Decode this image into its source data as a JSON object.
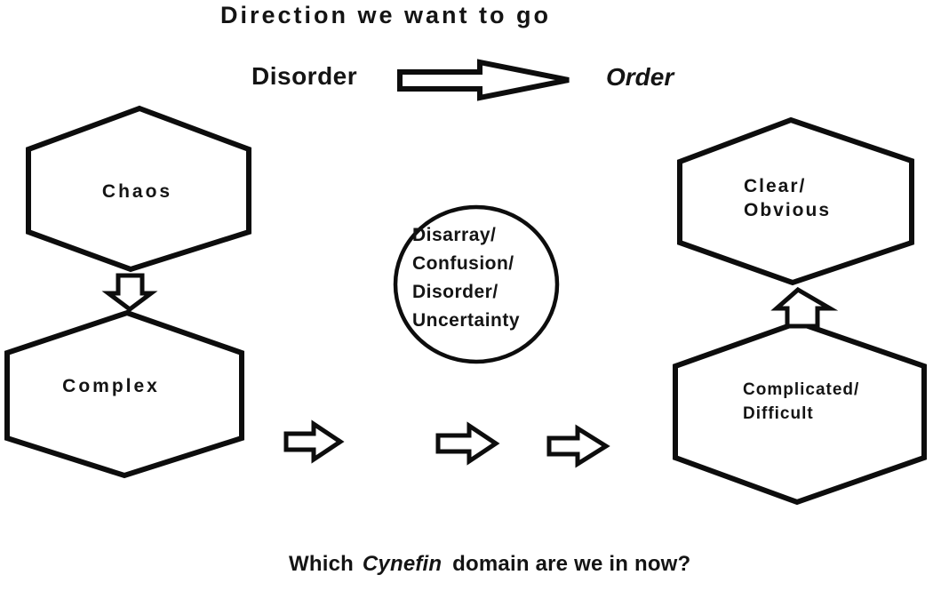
{
  "title": "Direction we want to go",
  "direction": {
    "from": "Disorder",
    "to": "Order"
  },
  "nodes": {
    "chaos": {
      "label": "Chaos"
    },
    "complex": {
      "label": "Complex"
    },
    "clear": {
      "lines": [
        "Clear/",
        "Obvious"
      ]
    },
    "complicated": {
      "lines": [
        "Complicated/",
        "Difficult"
      ]
    },
    "disorder_circle": {
      "lines": [
        "Disarray/",
        "Confusion/",
        "Disorder/",
        "Uncertainty"
      ]
    }
  },
  "question": {
    "prefix": "Which",
    "word": "Cynefin",
    "suffix": "domain are we in now?"
  },
  "icons": [
    "direction-arrow-icon",
    "down-arrow-icon",
    "up-arrow-icon",
    "right-arrow-icon-1",
    "right-arrow-icon-2",
    "right-arrow-icon-3"
  ],
  "colors": {
    "ink": "#111111",
    "paper": "#ffffff"
  }
}
